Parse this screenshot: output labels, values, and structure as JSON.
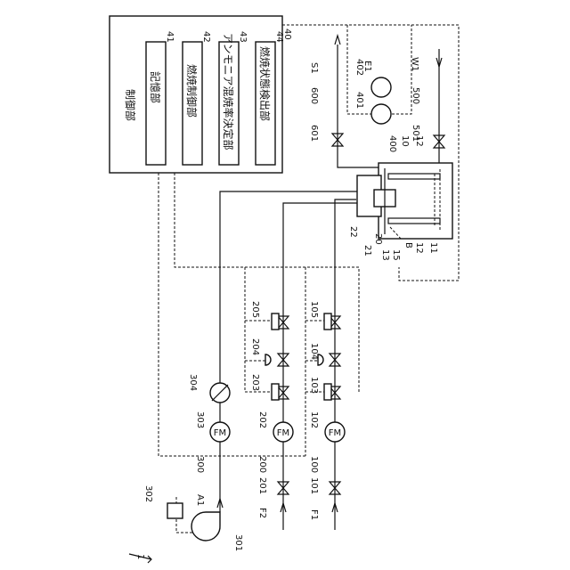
{
  "controller": {
    "ref": "40",
    "label": "制御部",
    "units": [
      {
        "ref": "41",
        "label": "記憶部"
      },
      {
        "ref": "42",
        "label": "燃焼制御部"
      },
      {
        "ref": "43",
        "label": "アンモニア混焼率決定部"
      },
      {
        "ref": "44",
        "label": "燃焼状態検出部"
      }
    ]
  },
  "streams": {
    "S1": "S1",
    "E1": "E1",
    "W1": "W1",
    "A1": "A1",
    "F1": "F1",
    "F2": "F2"
  },
  "refs": {
    "r1": "1",
    "r10": "10",
    "r11": "11",
    "r12a": "12",
    "r12b": "12",
    "r13": "13",
    "r15": "15",
    "r20": "20",
    "r21": "21",
    "r22": "22",
    "rB": "B",
    "r100": "100",
    "r101": "101",
    "r102": "102",
    "r103": "103",
    "r104": "104",
    "r105": "105",
    "r200": "200",
    "r201": "201",
    "r202": "202",
    "r203": "203",
    "r204": "204",
    "r205": "205",
    "r300": "300",
    "r301": "301",
    "r302": "302",
    "r303": "303",
    "r304": "304",
    "r400": "400",
    "r401": "401",
    "r402": "402",
    "r500": "500",
    "r501": "501",
    "r600": "600",
    "r601": "601"
  },
  "flowmeter_label": "FM"
}
